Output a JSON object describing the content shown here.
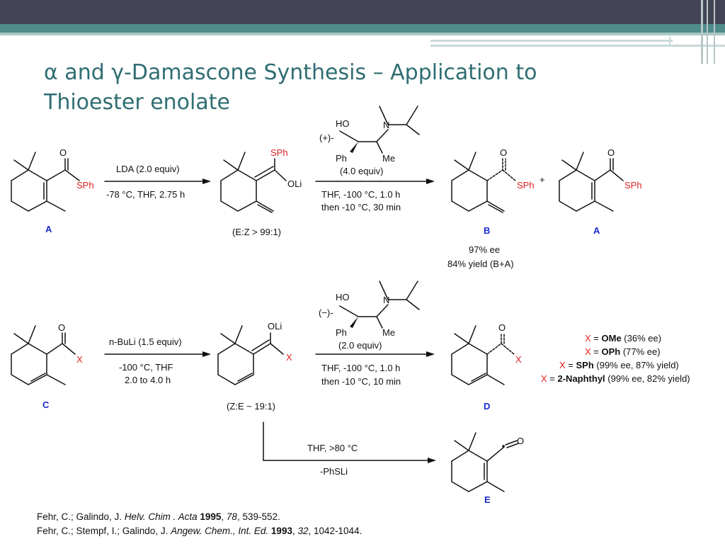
{
  "slide": {
    "title": "α and γ-Damascone Synthesis – Application to Thioester enolate"
  },
  "scheme": {
    "r1": {
      "A": "A",
      "B": "B",
      "lda": "LDA (2.0 equiv)",
      "cond1": "-78 °C, THF, 2.75 h",
      "ez_text": "(E:Z > 99:1)",
      "cat_prefix": "(+)-",
      "cat_equiv": "(4.0 equiv)",
      "cond2a": "THF, -100 °C, 1.0 h",
      "cond2b": "then -10 °C, 30 min",
      "ee": "97% ee",
      "yield": "84% yield (B+A)",
      "sph": "SPh",
      "oli": "OLi",
      "o": "O",
      "plus": "+",
      "ho": "HO",
      "n": "N",
      "ph": "Ph",
      "me": "Me"
    },
    "r2": {
      "C": "C",
      "D": "D",
      "buli": "n-BuLi (1.5 equiv)",
      "cond1a": "-100 °C, THF",
      "cond1b": "2.0 to 4.0 h",
      "ze_text": "(Z:E ~ 19:1)",
      "cat_prefix": "(−)-",
      "cat_equiv": "(2.0 equiv)",
      "cond2a": "THF, -100 °C, 1.0 h",
      "cond2b": "then -10 °C, 10 min",
      "x": "X",
      "x_table": [
        {
          "x": "X",
          "eq": " = ",
          "group": "OMe",
          "note": " (36% ee)"
        },
        {
          "x": "X",
          "eq": " = ",
          "group": "OPh",
          "note": " (77% ee)"
        },
        {
          "x": "X",
          "eq": " = ",
          "group": "SPh",
          "note": " (99% ee, 87% yield)"
        },
        {
          "x": "X",
          "eq": " = ",
          "group": "2-Naphthyl",
          "note": " (99% ee, 82% yield)"
        }
      ]
    },
    "r3": {
      "E": "E",
      "cond": "THF, >80 °C",
      "loss": "-PhSLi"
    }
  },
  "references": [
    {
      "authors": "Fehr, C.; Galindo, J. ",
      "journal": "Helv. Chim . Acta",
      "year": "1995",
      "vol": "78",
      "pages": ", 539-552."
    },
    {
      "authors": "Fehr, C.; Stempf, I.; Galindo, J. ",
      "journal": "Angew. Chem., Int. Ed.",
      "year": "1993",
      "vol": "32",
      "pages": ", 1042-1044."
    }
  ]
}
